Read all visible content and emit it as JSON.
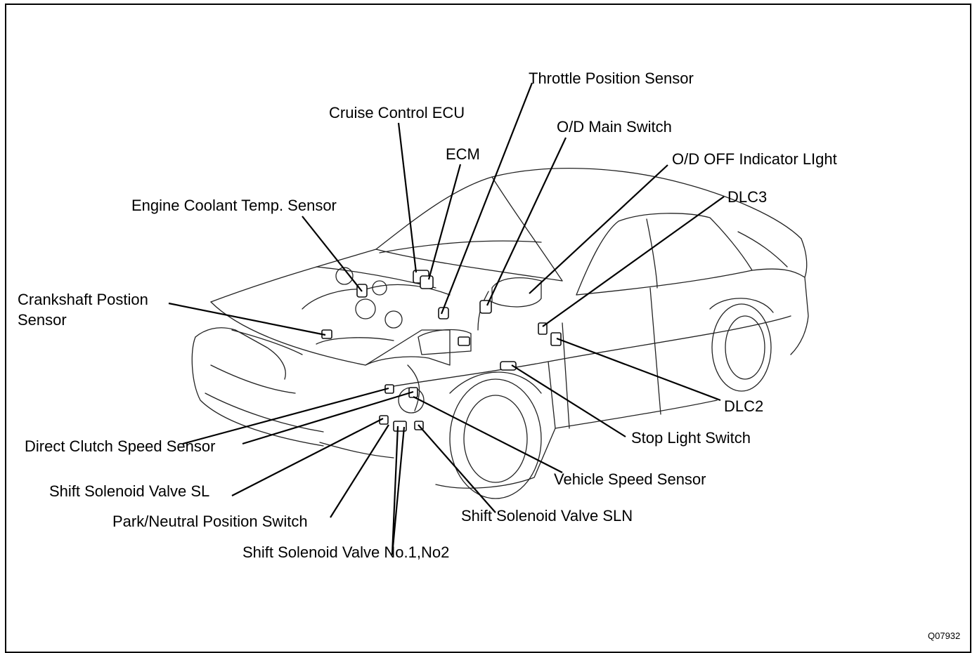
{
  "figure_code": "Q07932",
  "labels": {
    "throttle_position_sensor": "Throttle Position Sensor",
    "cruise_control_ecu": "Cruise Control ECU",
    "od_main_switch": "O/D Main Switch",
    "ecm": "ECM",
    "od_off_indicator_light": "O/D OFF Indicator LIght",
    "dlc3": "DLC3",
    "engine_coolant_temp_sensor": "Engine Coolant Temp. Sensor",
    "crankshaft_position_sensor_line1": "Crankshaft Postion",
    "crankshaft_position_sensor_line2": "Sensor",
    "dlc2": "DLC2",
    "stop_light_switch": "Stop Light Switch",
    "direct_clutch_speed_sensor": "Direct Clutch Speed Sensor",
    "vehicle_speed_sensor": "Vehicle Speed Sensor",
    "shift_solenoid_valve_sl": "Shift Solenoid Valve SL",
    "shift_solenoid_valve_sln": "Shift Solenoid Valve SLN",
    "park_neutral_position_switch": "Park/Neutral Position Switch",
    "shift_solenoid_valve_no1_no2": "Shift Solenoid Valve No.1,No2"
  }
}
